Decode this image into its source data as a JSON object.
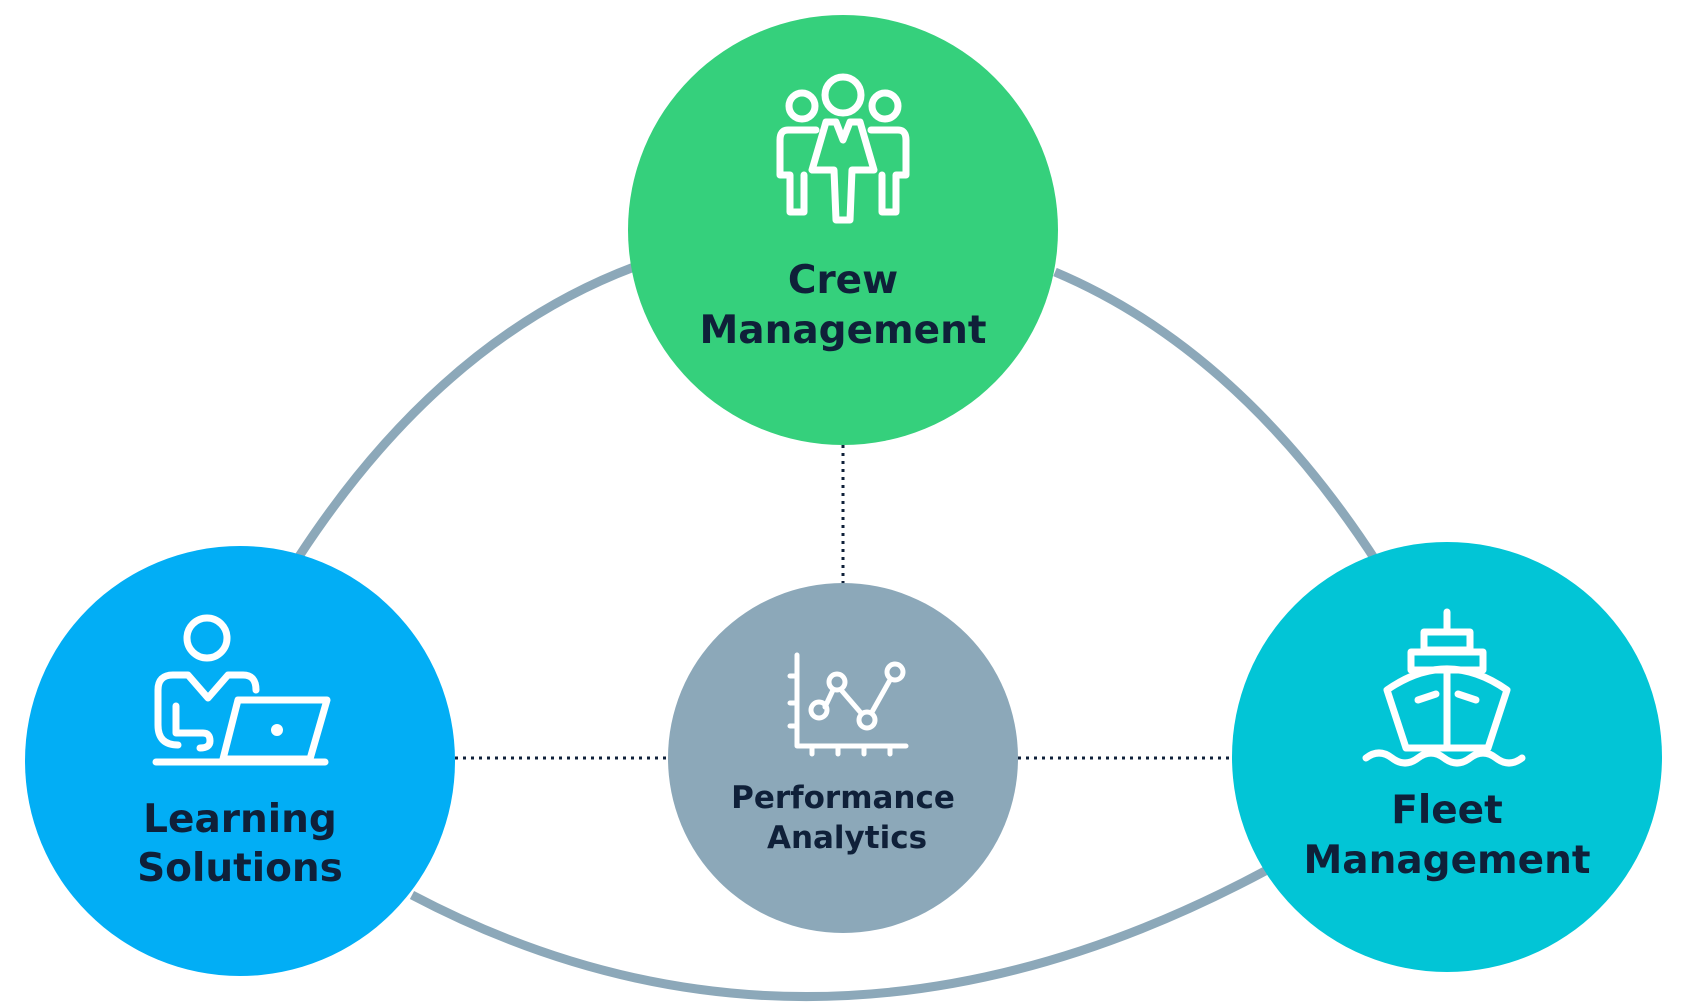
{
  "nodes": {
    "crew": {
      "line1": "Crew",
      "line2": "Management",
      "color": "#35d07c",
      "icon": "team-icon"
    },
    "learning": {
      "line1": "Learning",
      "line2": "Solutions",
      "color": "#02aef5",
      "icon": "person-laptop-icon"
    },
    "fleet": {
      "line1": "Fleet",
      "line2": "Management",
      "color": "#02c5d6",
      "icon": "ship-icon"
    },
    "performance": {
      "line1": "Performance",
      "line2": "Analytics",
      "color": "#8ca8b9",
      "icon": "line-chart-icon"
    }
  },
  "connector_color": "#8ca8b9"
}
